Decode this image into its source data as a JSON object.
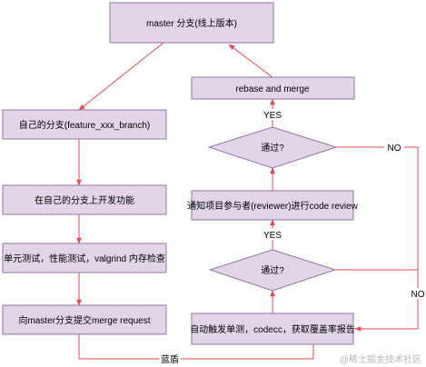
{
  "nodes": {
    "master_branch": "master 分支(线上版本)",
    "rebase_merge": "rebase and merge",
    "own_branch": "自己的分支(feature_xxx_branch)",
    "pass_review": "通过?",
    "develop": "在自己的分支上开发功能",
    "notify_review": "通知项目参与者(reviewer)进行code review",
    "unit_test": "单元测试，性能测试，valgrind 内存检查",
    "pass_tests": "通过?",
    "merge_request": "向master分支提交merge request",
    "auto_tests": "自动触发单测，codecc，获取覆盖率报告"
  },
  "edge_labels": {
    "yes_top": "YES",
    "no_top": "NO",
    "yes_bottom": "YES",
    "no_bottom": "NO",
    "trigger": "蓝盾"
  },
  "watermark": "@稀土掘金技术社区",
  "colors": {
    "node_fill": "#e1d5e7",
    "node_stroke": "#9673a6",
    "edge": "#e8474b"
  }
}
